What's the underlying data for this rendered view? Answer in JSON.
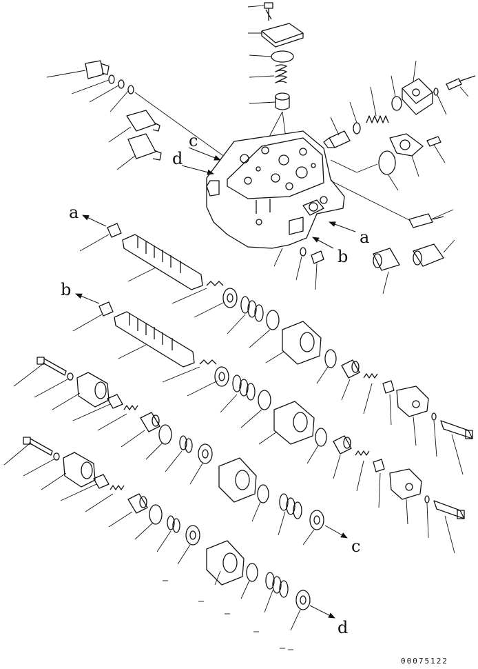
{
  "labels": {
    "a1": "a",
    "a2": "a",
    "b1": "b",
    "b2": "b",
    "c1": "c",
    "c2": "c",
    "d1": "d",
    "d2": "d"
  },
  "drawing_code": "00075122",
  "colors": {
    "ink": "#111111",
    "paper": "#ffffff"
  }
}
